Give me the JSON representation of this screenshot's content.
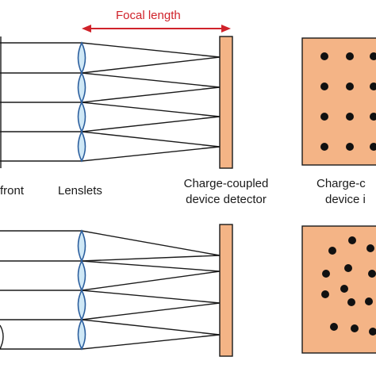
{
  "labels": {
    "focal_length": "Focal length",
    "wavefront": "front",
    "lenslets": "Lenslets",
    "ccd_detector_line1": "Charge-coupled",
    "ccd_detector_line2": "device detector",
    "ccd_image_line1": "Charge-c",
    "ccd_image_line2": "device i"
  },
  "colors": {
    "detector_fill": "#f4b486",
    "lenslet_fill": "#cfe8f6",
    "lenslet_stroke": "#2c5f9e",
    "ray_stroke": "#1a1a1a",
    "arrow": "#d0222a",
    "dot": "#111111"
  }
}
